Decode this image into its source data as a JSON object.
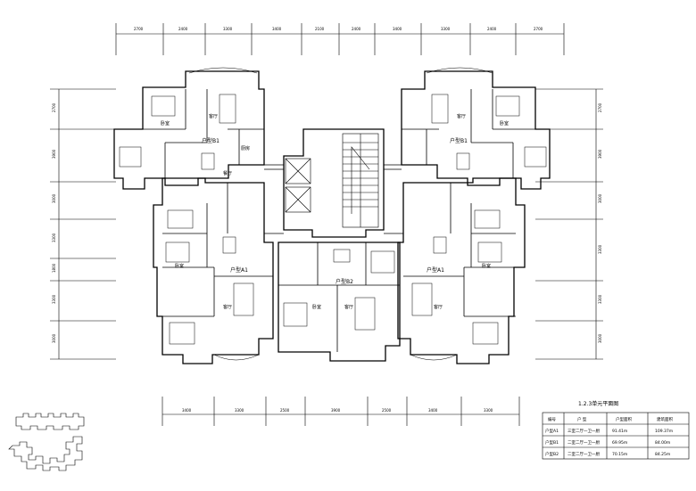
{
  "drawing": {
    "caption": "1.2.3单元平面图",
    "top_dims": [
      "2700",
      "2400",
      "3300",
      "3400",
      "2100",
      "2400",
      "3400",
      "3300",
      "2400",
      "2700"
    ],
    "bottom_dims": [
      "3400",
      "3300",
      "2500",
      "3900",
      "2500",
      "3400",
      "3300"
    ],
    "left_dims": [
      "2700",
      "3900",
      "3000",
      "3300",
      "1800",
      "3300",
      "3000"
    ],
    "right_dims": [
      "2700",
      "3900",
      "3000",
      "3300",
      "3300",
      "3000"
    ],
    "units": [
      {
        "label": "户型B1"
      },
      {
        "label": "户型B1"
      },
      {
        "label": "户型A1"
      },
      {
        "label": "户型B2"
      },
      {
        "label": "户型A1"
      }
    ],
    "room_labels": {
      "bedroom": "卧室",
      "living": "客厅",
      "kitchen": "厨房",
      "dining": "餐厅"
    }
  },
  "table": {
    "headers": [
      "编号",
      "户  型",
      "户型面积",
      "建筑面积"
    ],
    "rows": [
      [
        "户型A1",
        "三室二厅一卫一厨",
        "91.41m",
        "109.37m"
      ],
      [
        "户型B1",
        "二室二厅一卫一厨",
        "69.95m",
        "84.00m"
      ],
      [
        "户型B2",
        "二室二厅一卫一厨",
        "70.15m",
        "84.25m"
      ]
    ]
  }
}
